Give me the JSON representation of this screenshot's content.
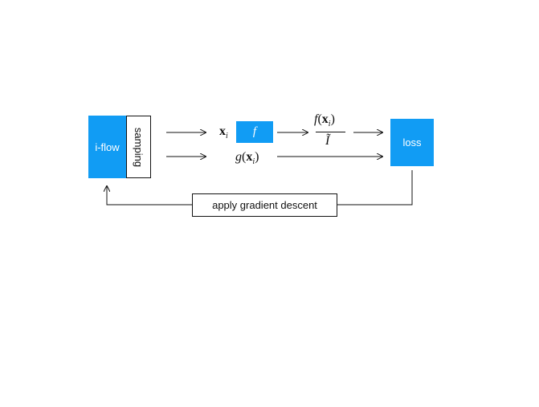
{
  "diagram": {
    "iflow_label": "i-flow",
    "sampling_label": "samping",
    "xi_base": "x",
    "xi_sub": "i",
    "f_label": "f",
    "g_label": "g",
    "frac_numerator_f": "f",
    "frac_numerator_x": "x",
    "frac_numerator_sub": "i",
    "frac_denominator": "Ĩ",
    "loss_label": "loss",
    "gradient_descent_label": "apply gradient descent",
    "accent_color": "#119cf4"
  }
}
